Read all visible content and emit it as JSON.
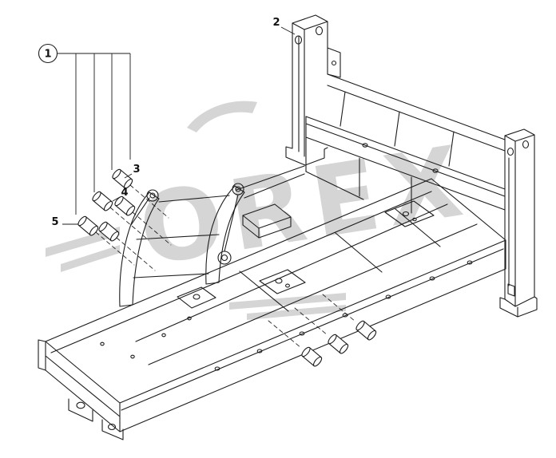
{
  "diagram": {
    "watermark_text": "OREX",
    "callouts": {
      "c1": "1",
      "c2": "2",
      "c3": "3",
      "c4": "4",
      "c5": "5"
    },
    "colors": {
      "background": "#ffffff",
      "line": "#1d1d1d",
      "watermark": "#c4c4c4",
      "callout_text": "#111111"
    }
  }
}
